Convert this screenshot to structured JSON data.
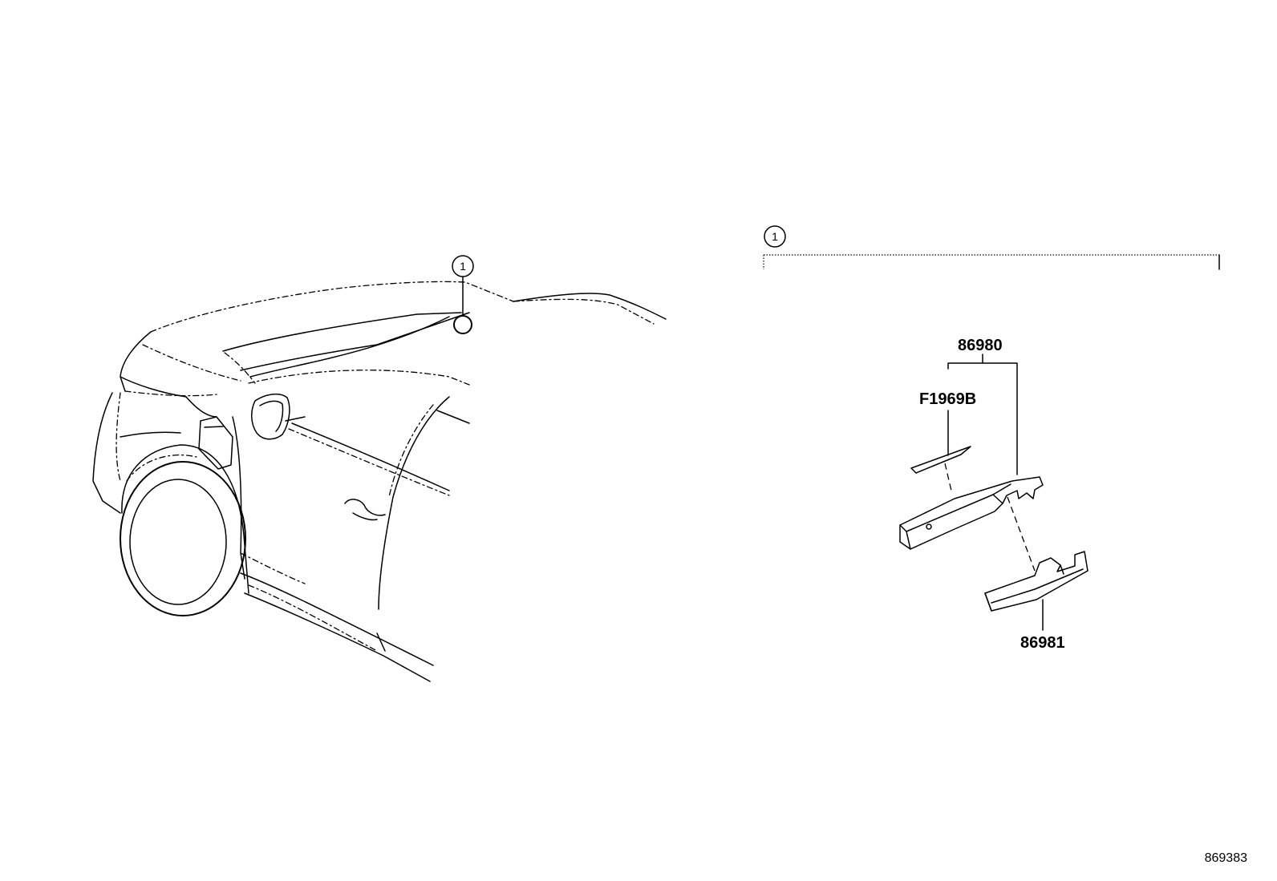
{
  "callouts": {
    "car_ref": "1",
    "group_ref": "1"
  },
  "parts": {
    "p86980": "86980",
    "pF1969B": "F1969B",
    "p86981": "86981"
  },
  "diagram_id": "869383"
}
